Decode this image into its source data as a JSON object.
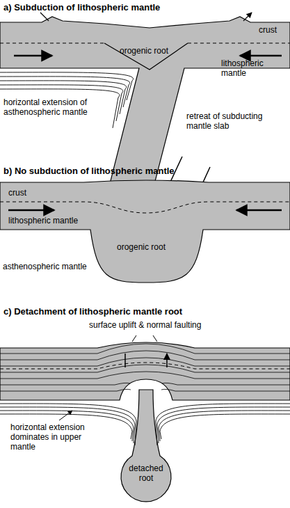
{
  "diagram": {
    "labels": [
      "a) Subduction of lithospheric mantle",
      "crust",
      "orogenic root",
      "lithospheric mantle",
      "horizontal extension of asthenospheric mantle",
      "retreat of subducting mantle slab",
      "b) No subduction of lithospheric mantle",
      "crust",
      "lithospheric mantle",
      "orogenic root",
      "asthenospheric mantle",
      "c) Detachment of lithospheric mantle root",
      "surface uplift & normal faulting",
      "horizontal extension dominates in upper mantle",
      "detached root"
    ]
  }
}
